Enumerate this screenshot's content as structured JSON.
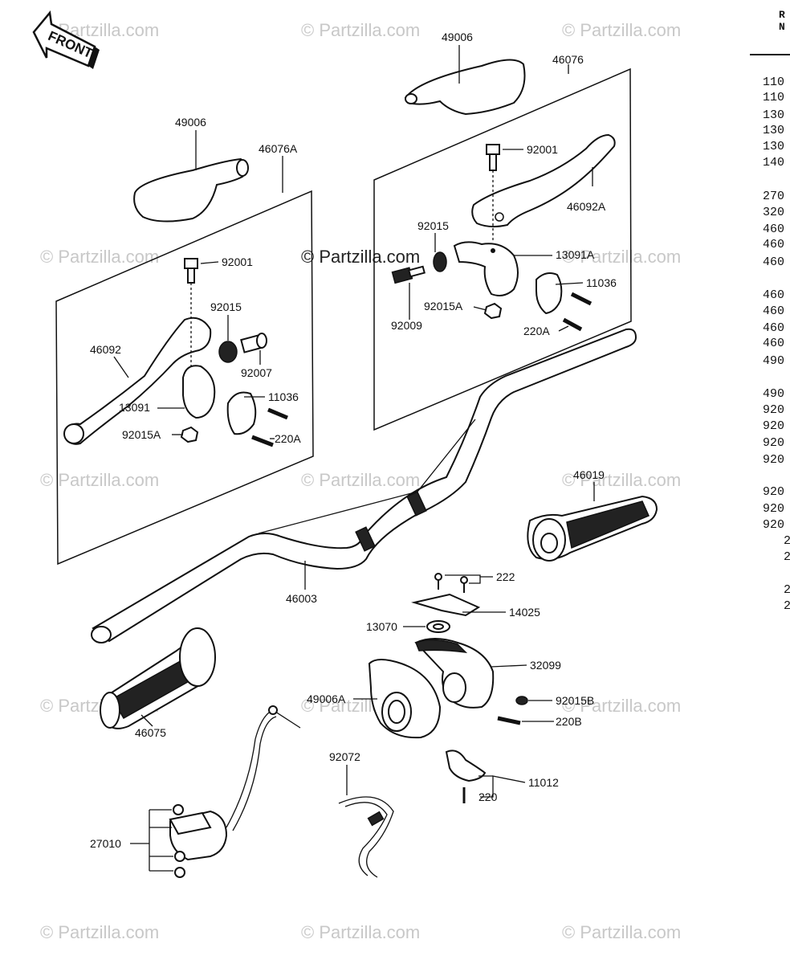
{
  "front_label": "FRONT",
  "watermarks": {
    "text": "© Partzilla.com",
    "center_text": "© Partzilla.com"
  },
  "labels": {
    "l49006_top": "49006",
    "l46076": "46076",
    "l92001_right": "92001",
    "l46092A": "46092A",
    "l92015_right": "92015",
    "l13091A": "13091A",
    "l11036_right": "11036",
    "l92015A_right": "92015A",
    "l92009": "92009",
    "l220A_right": "220A",
    "l49006_left": "49006",
    "l46076A": "46076A",
    "l92001_left": "92001",
    "l92015_left": "92015",
    "l92007": "92007",
    "l46092": "46092",
    "l13091": "13091",
    "l11036_left": "11036",
    "l92015A_left": "92015A",
    "l220A_left": "220A",
    "l46019": "46019",
    "l46003": "46003",
    "l222": "222",
    "l14025": "14025",
    "l13070": "13070",
    "l32099": "32099",
    "l49006A": "49006A",
    "l92015B": "92015B",
    "l220B": "220B",
    "l46075": "46075",
    "l92072": "92072",
    "l11012": "11012",
    "l220": "220",
    "l27010": "27010"
  },
  "side_column": {
    "header": [
      "R",
      "N"
    ],
    "rows": [
      "110",
      "110",
      "130",
      "130",
      "130",
      "140",
      "270",
      "320",
      "460",
      "460",
      "460",
      "460",
      "460",
      "460",
      "460",
      "490",
      "490",
      "920",
      "920",
      "920",
      "920",
      "920",
      "920",
      "920",
      "2",
      "2",
      "2",
      "2"
    ]
  }
}
